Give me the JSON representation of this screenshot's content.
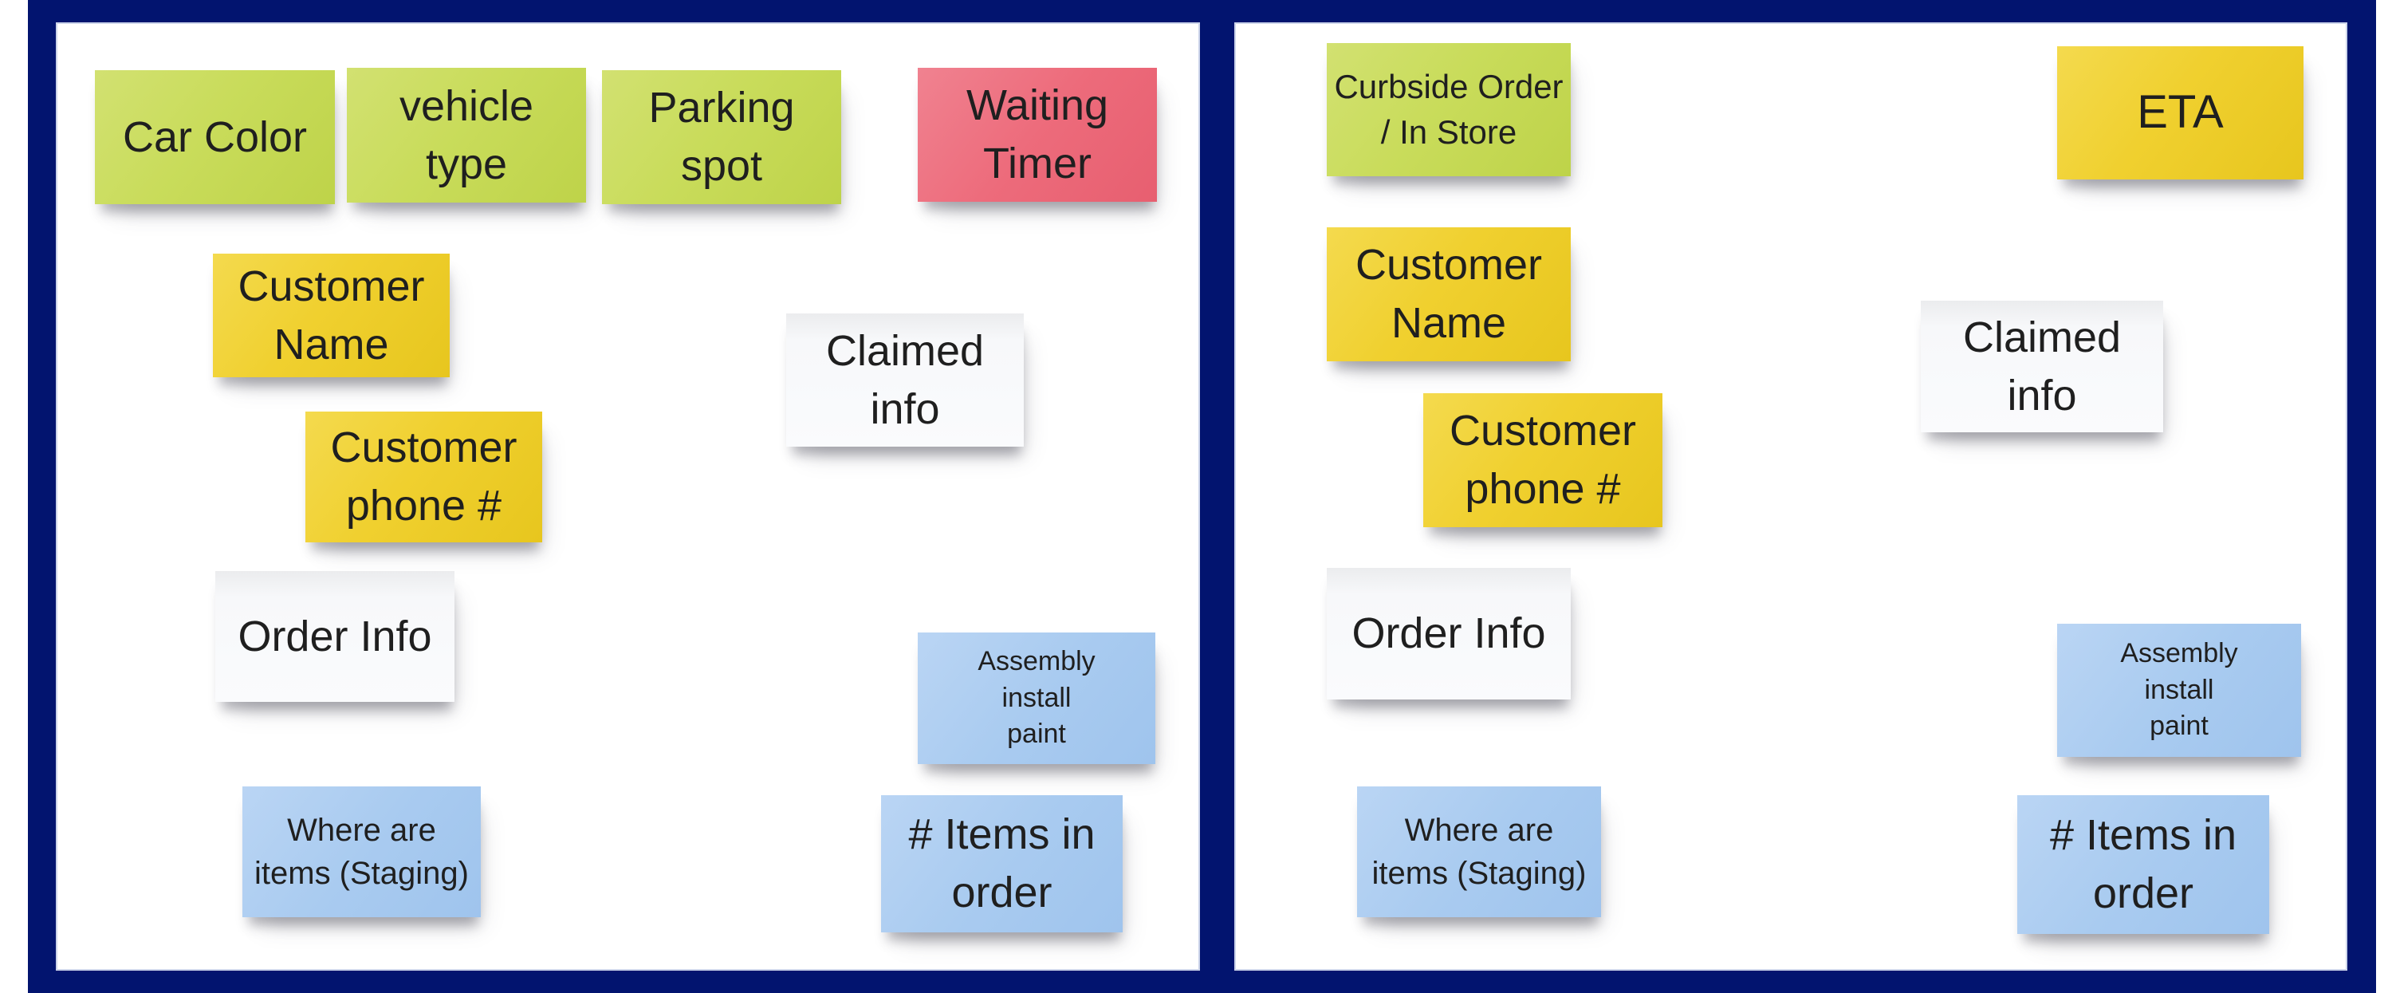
{
  "colors": {
    "frame": "#02146f",
    "panel_background": "#ffffff",
    "note_text": "#1f1f1f",
    "note_green": "#c9dc5b",
    "note_yellow": "#f0d02f",
    "note_red": "#ed6b7b",
    "note_blue": "#a9cbf0",
    "note_white": "#f8f9fa"
  },
  "panels": [
    {
      "id": "left-board",
      "notes": [
        {
          "label": "Car Color",
          "color": "green"
        },
        {
          "label": "vehicle\ntype",
          "color": "green"
        },
        {
          "label": "Parking\nspot",
          "color": "green"
        },
        {
          "label": "Waiting\nTimer",
          "color": "red"
        },
        {
          "label": "Customer\nName",
          "color": "yellow"
        },
        {
          "label": "Claimed\ninfo",
          "color": "white"
        },
        {
          "label": "Customer\nphone #",
          "color": "yellow"
        },
        {
          "label": "Order Info",
          "color": "white"
        },
        {
          "label": "Assembly\ninstall\npaint",
          "color": "blue"
        },
        {
          "label": "Where are\nitems (Staging)",
          "color": "blue"
        },
        {
          "label": "# Items in\norder",
          "color": "blue"
        }
      ]
    },
    {
      "id": "right-board",
      "notes": [
        {
          "label": "Curbside Order\n/ In Store",
          "color": "green"
        },
        {
          "label": "ETA",
          "color": "yellow"
        },
        {
          "label": "Customer\nName",
          "color": "yellow"
        },
        {
          "label": "Claimed\ninfo",
          "color": "white"
        },
        {
          "label": "Customer\nphone #",
          "color": "yellow"
        },
        {
          "label": "Order Info",
          "color": "white"
        },
        {
          "label": "Assembly\ninstall\npaint",
          "color": "blue"
        },
        {
          "label": "Where are\nitems (Staging)",
          "color": "blue"
        },
        {
          "label": "# Items in\norder",
          "color": "blue"
        }
      ]
    }
  ]
}
